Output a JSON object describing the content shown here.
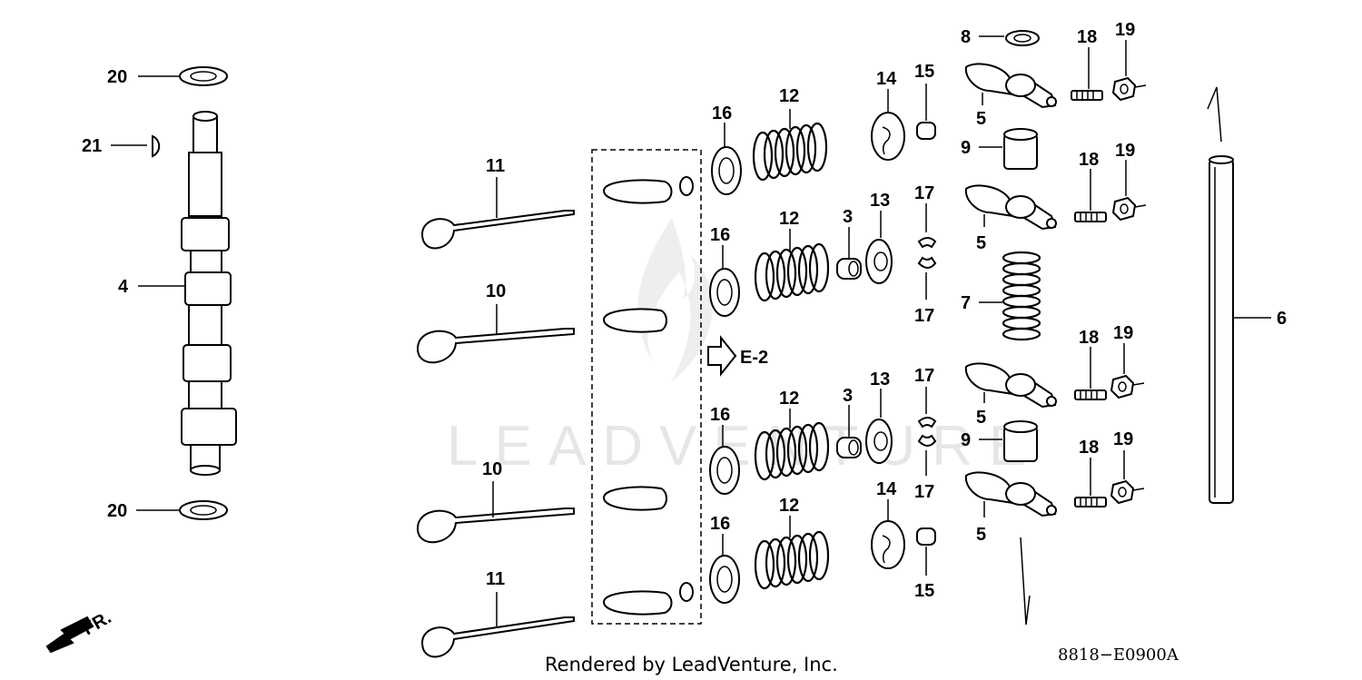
{
  "watermark": "LEADVENTURE",
  "footer": {
    "rendered_by": "Rendered by LeadVenture, Inc.",
    "diagram_code": "8818−E0900A"
  },
  "callouts": {
    "c20a": "20",
    "c21": "21",
    "c4": "4",
    "c20b": "20",
    "c11a": "11",
    "c10a": "10",
    "c10b": "10",
    "c11b": "11",
    "c16a": "16",
    "c16b": "16",
    "c16c": "16",
    "c16d": "16",
    "c12a": "12",
    "c12b": "12",
    "c12c": "12",
    "c12d": "12",
    "c3a": "3",
    "c3b": "3",
    "c14a": "14",
    "c14b": "14",
    "c13a": "13",
    "c13b": "13",
    "c15a": "15",
    "c15b": "15",
    "c17a": "17",
    "c17b": "17",
    "c17c": "17",
    "c17d": "17",
    "c8": "8",
    "c9a": "9",
    "c9b": "9",
    "c7": "7",
    "c5a": "5",
    "c5b": "5",
    "c5c": "5",
    "c5d": "5",
    "c18a": "18",
    "c18b": "18",
    "c18c": "18",
    "c18d": "18",
    "c19a": "19",
    "c19b": "19",
    "c19c": "19",
    "c19d": "19",
    "c6": "6"
  },
  "reference": {
    "label": "E-2"
  },
  "front_marker": {
    "label": "FR.",
    "icon": "front-arrow-icon"
  }
}
